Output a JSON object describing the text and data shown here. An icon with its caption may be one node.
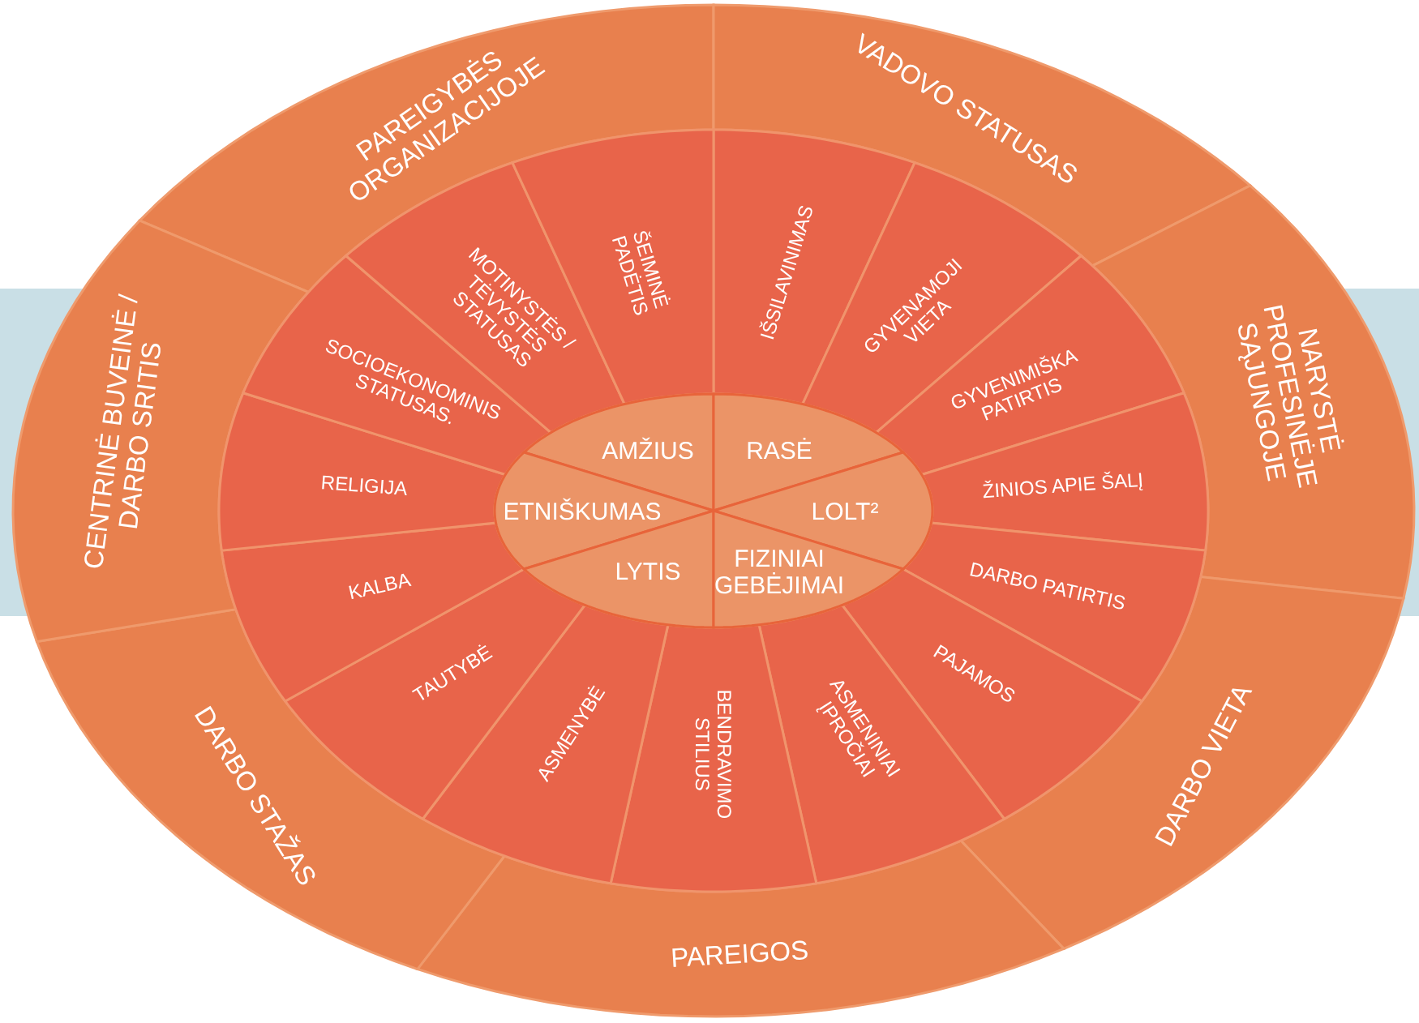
{
  "diagram": {
    "nodes": [
      {
        "text": [
          "PAREIGYBĖS ORGANIZACIJOJE"
        ]
      },
      {
        "text": [
          "VADOVO STATUSAS"
        ]
      },
      {
        "text": [
          "NARYSTĖ PROFESINĖJE SĄJUNGOJE"
        ]
      },
      {
        "text": [
          "DARBO VIETA"
        ]
      },
      {
        "text": [
          "PAREIGOS"
        ]
      },
      {
        "text": [
          "DARBO STAŽAS"
        ]
      },
      {
        "text": [
          "CENTRINĖ BUVEINĖ / DARBO SRITIS"
        ]
      },
      {
        "text": [
          "IŠSILAVINIMAS"
        ]
      },
      {
        "text": [
          "GYVENAMOJI VIETA"
        ]
      },
      {
        "text": [
          "GYVENIMIŠKA PATIRTIS"
        ]
      },
      {
        "text": [
          "ŽINIOS APIE ŠALĮ"
        ]
      },
      {
        "text": [
          "DARBO PATIRTIS"
        ]
      },
      {
        "text": [
          "PAJAMOS"
        ]
      },
      {
        "text": [
          "ASMENINIAI ĮPROČIAI"
        ]
      },
      {
        "text": [
          "BENDRAVIMO STILIUS"
        ]
      },
      {
        "text": [
          "ASMENYBĖ"
        ]
      },
      {
        "text": [
          "TAUTYBĖ"
        ]
      },
      {
        "text": [
          "KALBA"
        ]
      },
      {
        "text": [
          "RELIGIJA"
        ]
      },
      {
        "text": [
          "SOCIOEKONOMINIS STATUSAS."
        ]
      },
      {
        "text": [
          "MOTINYSTĖS / TĖVYSTĖS STATUSAS"
        ]
      },
      {
        "text": [
          "ŠEIMINĖ PADĖTIS"
        ]
      },
      {
        "text": [
          "AMŽIUS"
        ]
      },
      {
        "text": [
          "RASĖ"
        ]
      },
      {
        "text": [
          "ETNIŠKUMAS"
        ]
      },
      {
        "text": [
          "LOLT²"
        ]
      },
      {
        "text": [
          "LYTIS"
        ]
      },
      {
        "text": [
          "FIZINIAI GEBĖJIMAI"
        ]
      }
    ]
  }
}
